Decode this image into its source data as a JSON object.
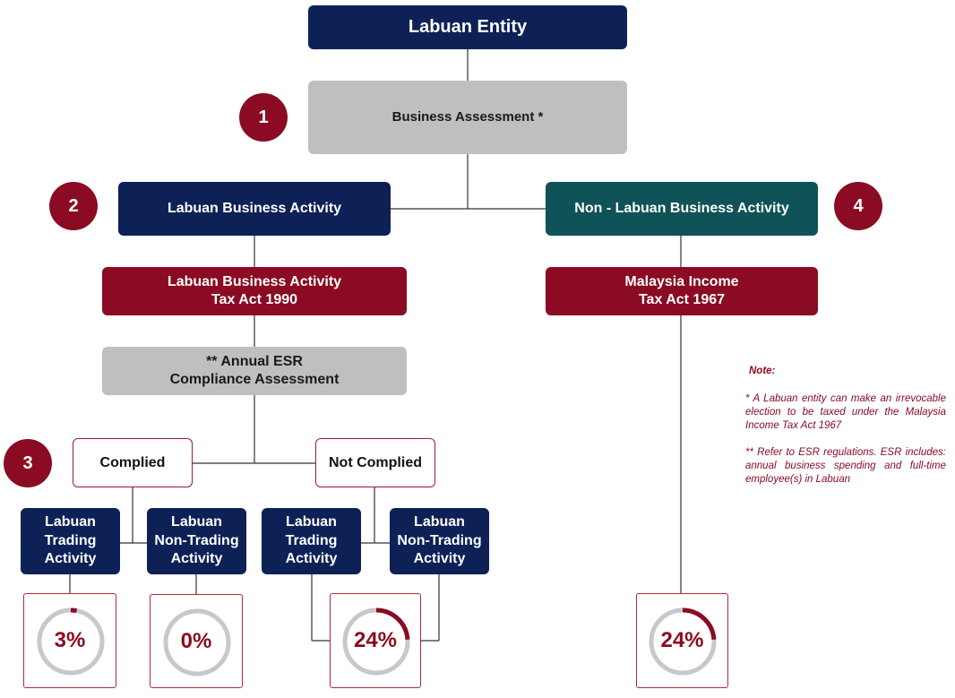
{
  "title": "Labuan Entity",
  "steps": [
    "1",
    "2",
    "3",
    "4"
  ],
  "business_assessment": "Business Assessment *",
  "labuan_business_activity": "Labuan Business Activity",
  "non_labuan_business_activity": "Non - Labuan Business Activity",
  "lbata": "Labuan Business Activity\nTax Act 1990",
  "mita": "Malaysia Income\nTax Act 1967",
  "esr_assessment": "** Annual ESR\nCompliance Assessment",
  "complied": "Complied",
  "not_complied": "Not Complied",
  "activities": {
    "complied_trading": "Labuan\nTrading\nActivity",
    "complied_non_trading": "Labuan\nNon-Trading\nActivity",
    "not_complied_trading": "Labuan\nTrading\nActivity",
    "not_complied_non_trading": "Labuan\nNon-Trading\nActivity"
  },
  "tax_rates": [
    {
      "label": "3%",
      "value": 3
    },
    {
      "label": "0%",
      "value": 0
    },
    {
      "label": "24%",
      "value": 24
    },
    {
      "label": "24%",
      "value": 24
    }
  ],
  "note": {
    "heading": "Note:",
    "items": [
      "* A Labuan entity can make an irrevocable election to be taxed under the Malaysia Income Tax Act 1967",
      "** Refer to ESR regulations. ESR includes: annual business spending and full-time employee(s) in Labuan"
    ]
  },
  "colors": {
    "navy": "#0d2157",
    "maroon": "#8a0b23",
    "teal": "#0f5257",
    "grey": "#bebfc1",
    "ring_track": "#c7c8ca"
  }
}
